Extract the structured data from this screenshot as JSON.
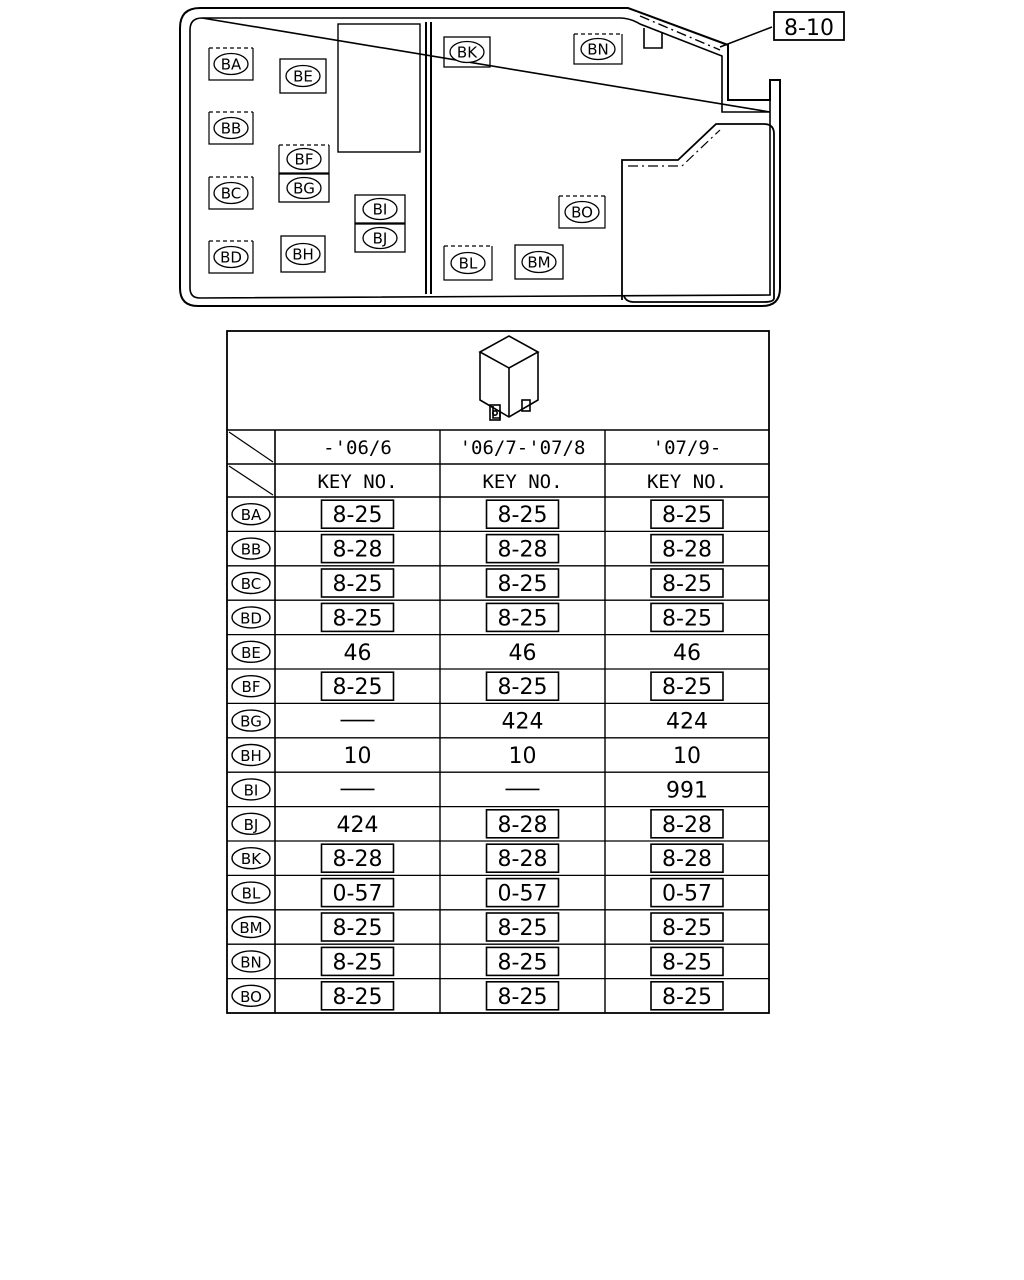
{
  "callout": "8-10",
  "layout_labels": [
    {
      "id": "BA",
      "box_style": "dashed-top"
    },
    {
      "id": "BB",
      "box_style": "dashed-top"
    },
    {
      "id": "BC",
      "box_style": "dashed-top"
    },
    {
      "id": "BD",
      "box_style": "dashed-top"
    },
    {
      "id": "BE",
      "box_style": "solid"
    },
    {
      "id": "BF",
      "box_style": "dashed-top"
    },
    {
      "id": "BG",
      "box_style": "solid"
    },
    {
      "id": "BH",
      "box_style": "solid"
    },
    {
      "id": "BI",
      "box_style": "solid"
    },
    {
      "id": "BJ",
      "box_style": "solid"
    },
    {
      "id": "BK",
      "box_style": "solid"
    },
    {
      "id": "BL",
      "box_style": "dashed-top"
    },
    {
      "id": "BM",
      "box_style": "solid"
    },
    {
      "id": "BN",
      "box_style": "dashed-top"
    },
    {
      "id": "BO",
      "box_style": "dashed-top"
    }
  ],
  "table": {
    "period_headers": [
      "-'06/6",
      "'06/7-'07/8",
      "'07/9-"
    ],
    "key_header": "KEY NO.",
    "rows": [
      {
        "id": "BA",
        "cells": [
          {
            "text": "8-25",
            "boxed": true
          },
          {
            "text": "8-25",
            "boxed": true
          },
          {
            "text": "8-25",
            "boxed": true
          }
        ]
      },
      {
        "id": "BB",
        "cells": [
          {
            "text": "8-28",
            "boxed": true
          },
          {
            "text": "8-28",
            "boxed": true
          },
          {
            "text": "8-28",
            "boxed": true
          }
        ]
      },
      {
        "id": "BC",
        "cells": [
          {
            "text": "8-25",
            "boxed": true
          },
          {
            "text": "8-25",
            "boxed": true
          },
          {
            "text": "8-25",
            "boxed": true
          }
        ]
      },
      {
        "id": "BD",
        "cells": [
          {
            "text": "8-25",
            "boxed": true
          },
          {
            "text": "8-25",
            "boxed": true
          },
          {
            "text": "8-25",
            "boxed": true
          }
        ]
      },
      {
        "id": "BE",
        "cells": [
          {
            "text": "46",
            "boxed": false
          },
          {
            "text": "46",
            "boxed": false
          },
          {
            "text": "46",
            "boxed": false
          }
        ]
      },
      {
        "id": "BF",
        "cells": [
          {
            "text": "8-25",
            "boxed": true
          },
          {
            "text": "8-25",
            "boxed": true
          },
          {
            "text": "8-25",
            "boxed": true
          }
        ]
      },
      {
        "id": "BG",
        "cells": [
          {
            "text": "—",
            "boxed": false
          },
          {
            "text": "424",
            "boxed": false
          },
          {
            "text": "424",
            "boxed": false
          }
        ]
      },
      {
        "id": "BH",
        "cells": [
          {
            "text": "10",
            "boxed": false
          },
          {
            "text": "10",
            "boxed": false
          },
          {
            "text": "10",
            "boxed": false
          }
        ]
      },
      {
        "id": "BI",
        "cells": [
          {
            "text": "—",
            "boxed": false
          },
          {
            "text": "—",
            "boxed": false
          },
          {
            "text": "991",
            "boxed": false
          }
        ]
      },
      {
        "id": "BJ",
        "cells": [
          {
            "text": "424",
            "boxed": false
          },
          {
            "text": "8-28",
            "boxed": true
          },
          {
            "text": "8-28",
            "boxed": true
          }
        ]
      },
      {
        "id": "BK",
        "cells": [
          {
            "text": "8-28",
            "boxed": true
          },
          {
            "text": "8-28",
            "boxed": true
          },
          {
            "text": "8-28",
            "boxed": true
          }
        ]
      },
      {
        "id": "BL",
        "cells": [
          {
            "text": "0-57",
            "boxed": true
          },
          {
            "text": "0-57",
            "boxed": true
          },
          {
            "text": "0-57",
            "boxed": true
          }
        ]
      },
      {
        "id": "BM",
        "cells": [
          {
            "text": "8-25",
            "boxed": true
          },
          {
            "text": "8-25",
            "boxed": true
          },
          {
            "text": "8-25",
            "boxed": true
          }
        ]
      },
      {
        "id": "BN",
        "cells": [
          {
            "text": "8-25",
            "boxed": true
          },
          {
            "text": "8-25",
            "boxed": true
          },
          {
            "text": "8-25",
            "boxed": true
          }
        ]
      },
      {
        "id": "BO",
        "cells": [
          {
            "text": "8-25",
            "boxed": true
          },
          {
            "text": "8-25",
            "boxed": true
          },
          {
            "text": "8-25",
            "boxed": true
          }
        ]
      }
    ]
  }
}
